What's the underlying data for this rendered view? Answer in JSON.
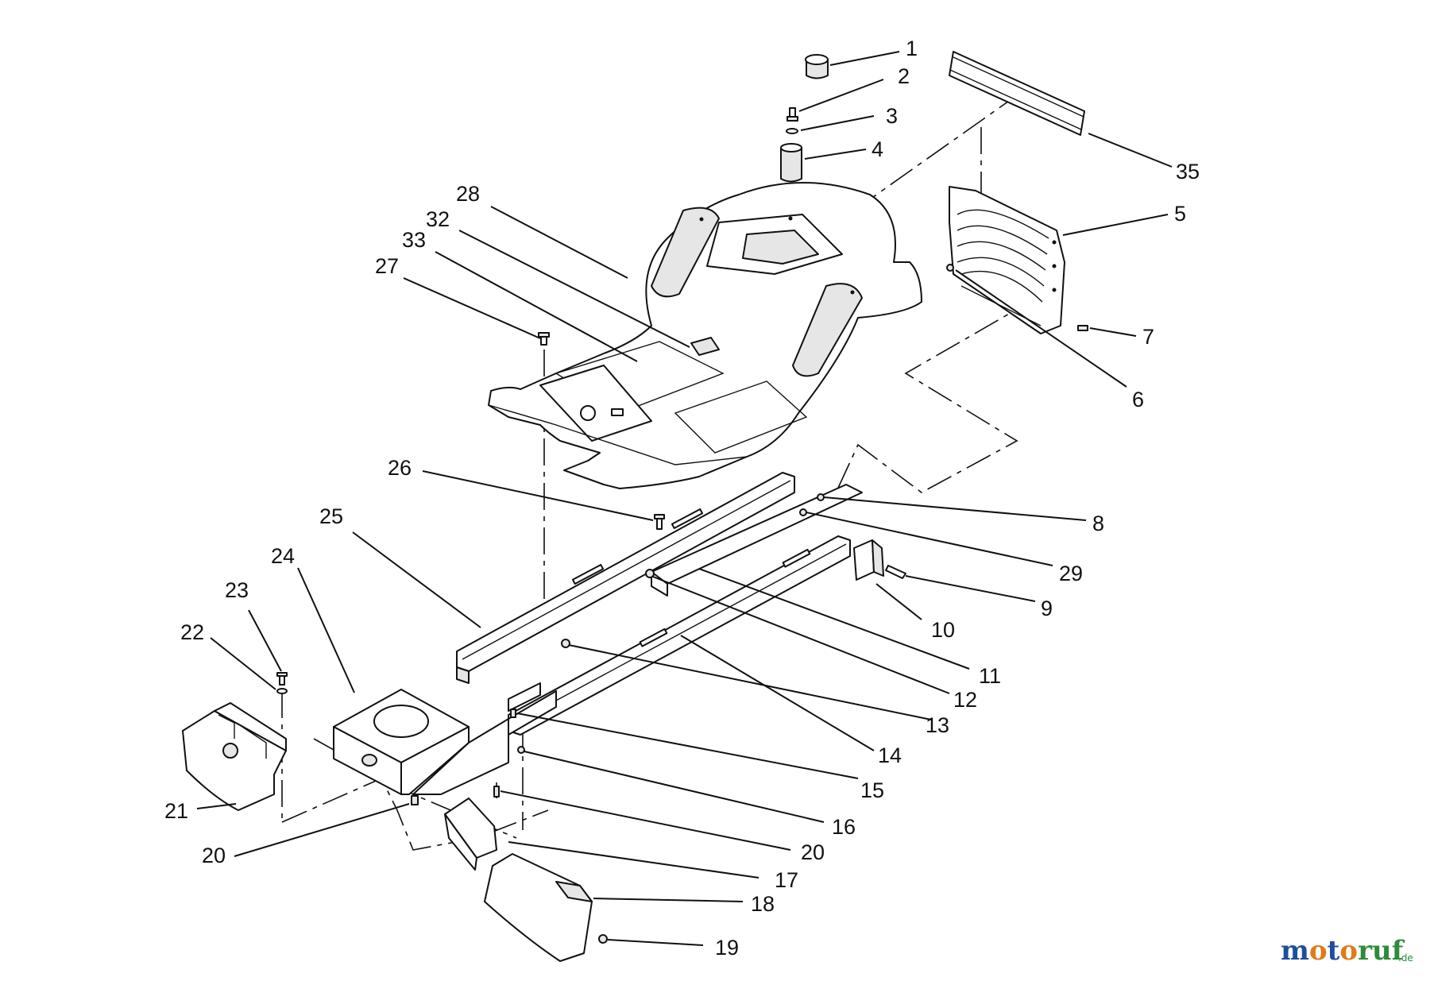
{
  "callouts": [
    {
      "id": "1",
      "label": "1"
    },
    {
      "id": "2",
      "label": "2"
    },
    {
      "id": "3",
      "label": "3"
    },
    {
      "id": "4",
      "label": "4"
    },
    {
      "id": "35",
      "label": "35"
    },
    {
      "id": "5",
      "label": "5"
    },
    {
      "id": "28",
      "label": "28"
    },
    {
      "id": "32",
      "label": "32"
    },
    {
      "id": "33",
      "label": "33"
    },
    {
      "id": "27",
      "label": "27"
    },
    {
      "id": "7",
      "label": "7"
    },
    {
      "id": "6",
      "label": "6"
    },
    {
      "id": "26",
      "label": "26"
    },
    {
      "id": "8",
      "label": "8"
    },
    {
      "id": "25",
      "label": "25"
    },
    {
      "id": "29",
      "label": "29"
    },
    {
      "id": "24",
      "label": "24"
    },
    {
      "id": "9",
      "label": "9"
    },
    {
      "id": "23",
      "label": "23"
    },
    {
      "id": "10",
      "label": "10"
    },
    {
      "id": "22",
      "label": "22"
    },
    {
      "id": "11",
      "label": "11"
    },
    {
      "id": "12",
      "label": "12"
    },
    {
      "id": "13",
      "label": "13"
    },
    {
      "id": "14",
      "label": "14"
    },
    {
      "id": "15",
      "label": "15"
    },
    {
      "id": "21",
      "label": "21"
    },
    {
      "id": "16",
      "label": "16"
    },
    {
      "id": "20a",
      "label": "20"
    },
    {
      "id": "20b",
      "label": "20"
    },
    {
      "id": "17",
      "label": "17"
    },
    {
      "id": "18",
      "label": "18"
    },
    {
      "id": "19",
      "label": "19"
    }
  ],
  "watermark": {
    "brand": "motoruf",
    "suffix": ".de"
  }
}
